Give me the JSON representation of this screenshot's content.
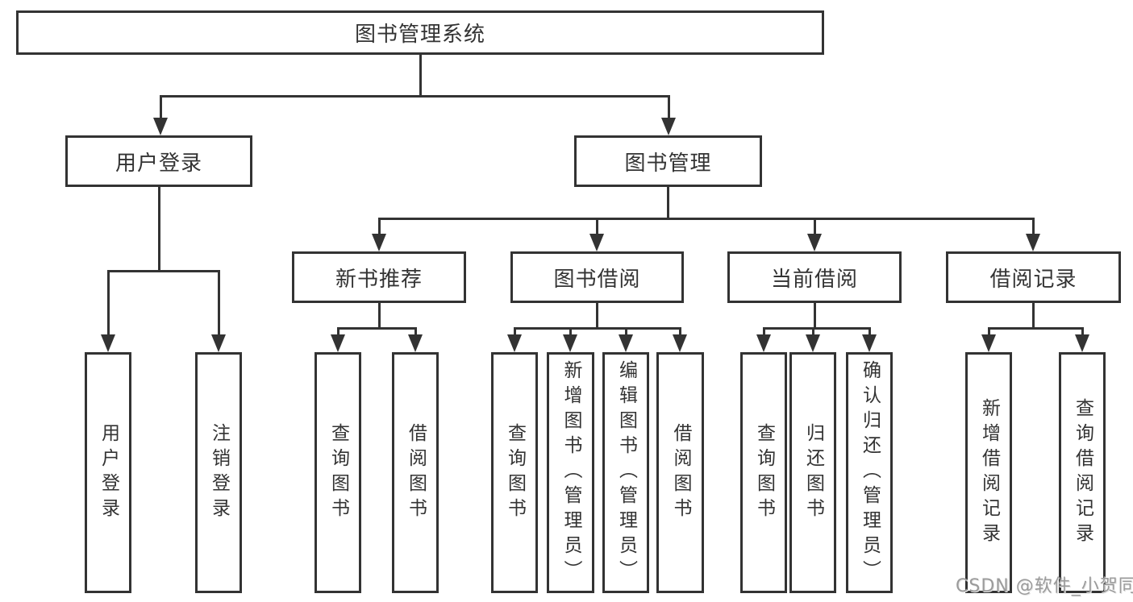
{
  "tree": {
    "root": "图书管理系统",
    "user": {
      "label": "用户登录",
      "children": [
        "用户登录",
        "注销登录"
      ]
    },
    "mgmt": {
      "label": "图书管理",
      "groups": [
        {
          "label": "新书推荐",
          "children": [
            "查询图书",
            "借阅图书"
          ]
        },
        {
          "label": "图书借阅",
          "children": [
            "查询图书",
            "新增图书（管理员）",
            "编辑图书（管理员）",
            "借阅图书"
          ]
        },
        {
          "label": "当前借阅",
          "children": [
            "查询图书",
            "归还图书",
            "确认归还（管理员）"
          ]
        },
        {
          "label": "借阅记录",
          "children": [
            "新增借阅记录",
            "查询借阅记录"
          ]
        }
      ]
    }
  },
  "watermark": {
    "text": "CSDN @软件_小贺同学"
  },
  "colors": {
    "line": "#333333",
    "text": "#333333",
    "background": "#ffffff",
    "watermark": "#9b9b9b"
  }
}
